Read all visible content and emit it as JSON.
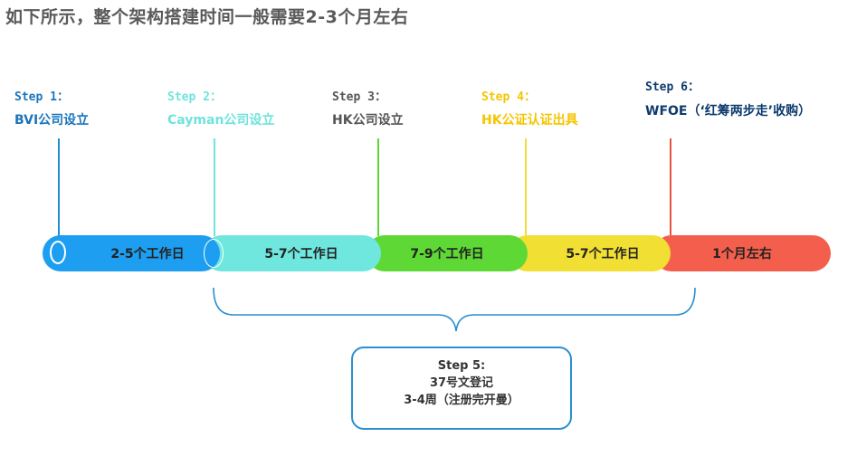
{
  "header": {
    "title": "如下所示，整个架构搭建时间一般需要2-3个月左右"
  },
  "steps": [
    {
      "title": "Step 1：",
      "desc": "BVI公司设立",
      "color": "#1b75bc"
    },
    {
      "title": "Step 2：",
      "desc": "Cayman公司设立",
      "color": "#6fe3dc"
    },
    {
      "title": "Step 3：",
      "desc": "HK公司设立",
      "color": "#555555"
    },
    {
      "title": "Step 4：",
      "desc": "HK公证认证出具",
      "color": "#f5c400"
    },
    {
      "title": "Step 6：",
      "desc": "WFOE（‘红筹两步走’收购）",
      "color": "#0d3b6e"
    }
  ],
  "timeline": [
    {
      "label": "2-5个工作日",
      "color": "#1e9ef0"
    },
    {
      "label": "5-7个工作日",
      "color": "#6fe7df"
    },
    {
      "label": "7-9个工作日",
      "color": "#5dd835"
    },
    {
      "label": "5-7个工作日",
      "color": "#f2df34"
    },
    {
      "label": "1个月左右",
      "color": "#f45f4d"
    }
  ],
  "step5": {
    "title": "Step 5:",
    "line1": "37号文登记",
    "line2": "3-4周（注册完开曼）",
    "color": "#2a8fd0"
  }
}
